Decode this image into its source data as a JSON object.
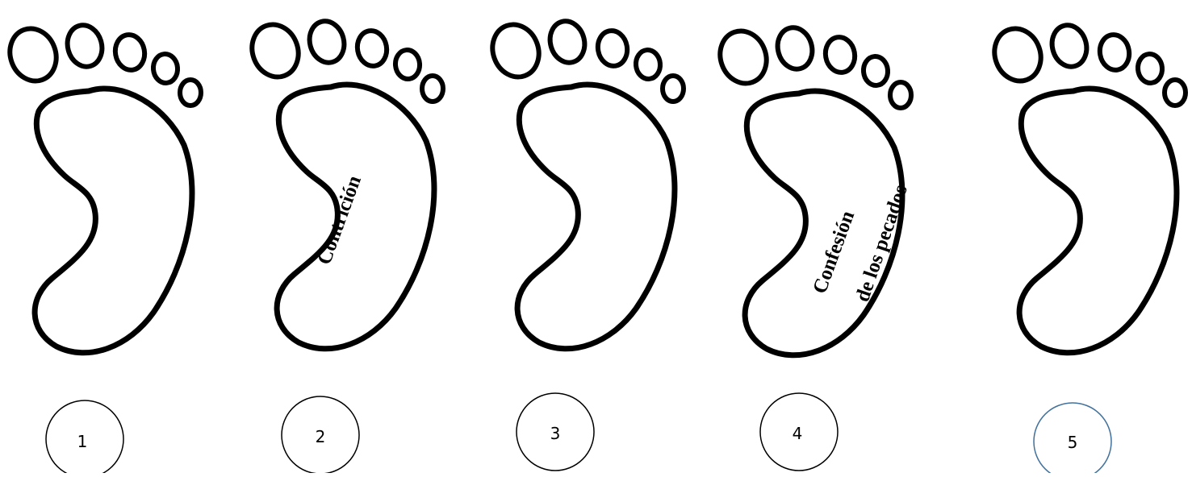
{
  "steps": [
    {
      "number": "1",
      "labels": [],
      "circle_color": "#000000"
    },
    {
      "number": "2",
      "labels": [
        "Contrición"
      ],
      "circle_color": "#000000"
    },
    {
      "number": "3",
      "labels": [],
      "circle_color": "#000000"
    },
    {
      "number": "4",
      "labels": [
        "Confesión",
        "de los pecados"
      ],
      "circle_color": "#000000"
    },
    {
      "number": "5",
      "labels": [],
      "circle_color": "#41719c"
    }
  ],
  "colors": {
    "outline": "#000000",
    "background": "#ffffff"
  }
}
